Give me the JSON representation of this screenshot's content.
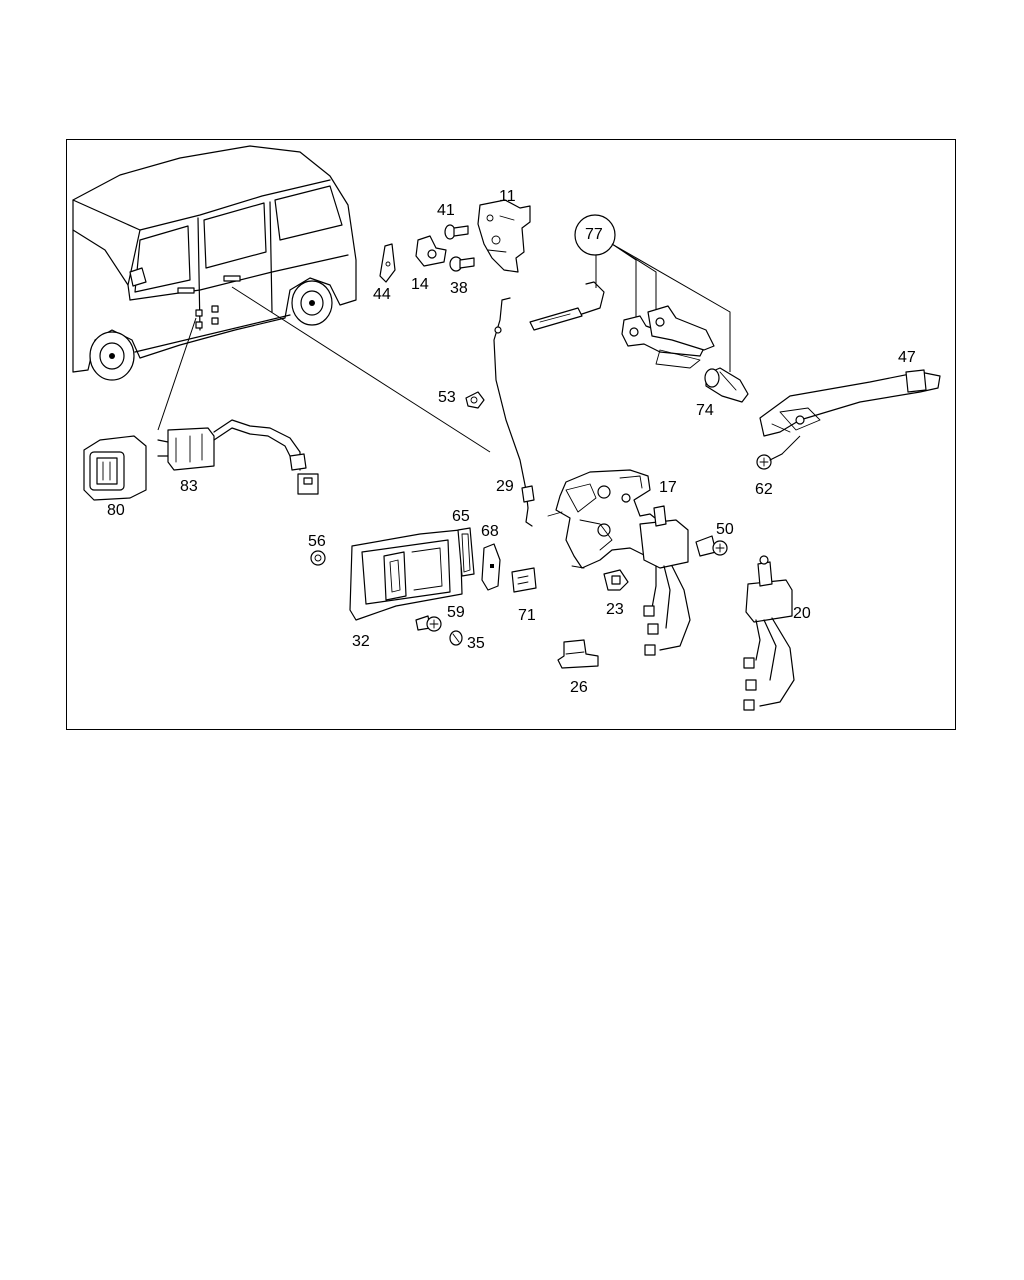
{
  "diagram": {
    "callouts": [
      {
        "id": "c11",
        "label": "11"
      },
      {
        "id": "c41",
        "label": "41"
      },
      {
        "id": "c44",
        "label": "44"
      },
      {
        "id": "c14",
        "label": "14"
      },
      {
        "id": "c38",
        "label": "38"
      },
      {
        "id": "c77",
        "label": "77"
      },
      {
        "id": "c47",
        "label": "47"
      },
      {
        "id": "c53",
        "label": "53"
      },
      {
        "id": "c74",
        "label": "74"
      },
      {
        "id": "c62",
        "label": "62"
      },
      {
        "id": "c29",
        "label": "29"
      },
      {
        "id": "c17",
        "label": "17"
      },
      {
        "id": "c83",
        "label": "83"
      },
      {
        "id": "c80",
        "label": "80"
      },
      {
        "id": "c56",
        "label": "56"
      },
      {
        "id": "c65",
        "label": "65"
      },
      {
        "id": "c68",
        "label": "68"
      },
      {
        "id": "c50",
        "label": "50"
      },
      {
        "id": "c59",
        "label": "59"
      },
      {
        "id": "c71",
        "label": "71"
      },
      {
        "id": "c23",
        "label": "23"
      },
      {
        "id": "c20",
        "label": "20"
      },
      {
        "id": "c32",
        "label": "32"
      },
      {
        "id": "c35",
        "label": "35"
      },
      {
        "id": "c26",
        "label": "26"
      }
    ]
  }
}
